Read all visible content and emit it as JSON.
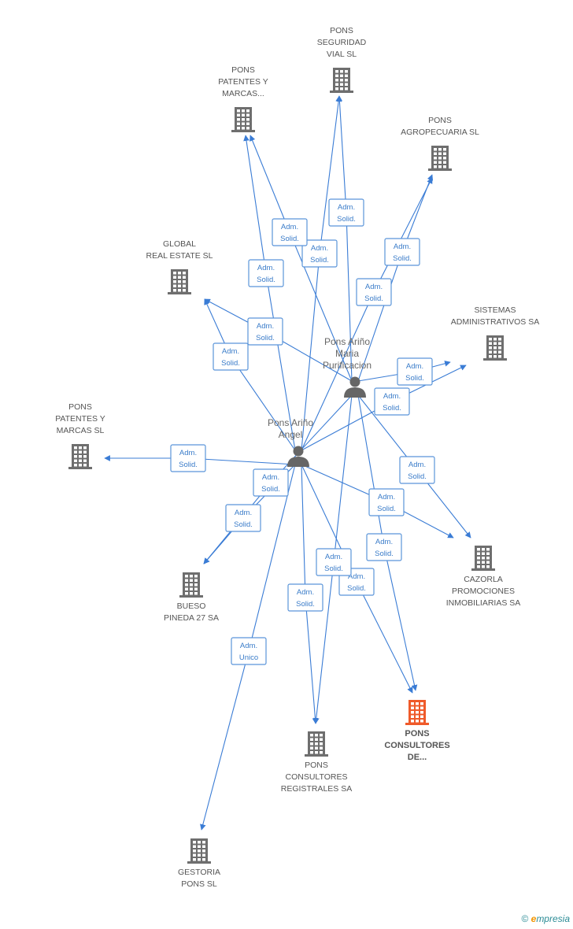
{
  "colors": {
    "edge": "#3a7cd5",
    "company": "#6e6e6e",
    "company_main": "#ef5a2a",
    "person": "#666666",
    "label_box_border": "#5b95d9",
    "label_text": "#3a7cc9"
  },
  "persons": [
    {
      "id": "p_maria",
      "label": [
        "Pons Ariño",
        "Maria",
        "Purificacion"
      ],
      "icon": "person-icon"
    },
    {
      "id": "p_angel",
      "label": [
        "Pons Ariño",
        "Angel"
      ],
      "icon": "person-icon"
    }
  ],
  "companies": [
    {
      "id": "c_seguridad",
      "label": [
        "PONS",
        "SEGURIDAD",
        "VIAL  SL"
      ],
      "main": false,
      "icon": "building-icon"
    },
    {
      "id": "c_patentes_sa",
      "label": [
        "PONS",
        "PATENTES Y",
        "MARCAS..."
      ],
      "main": false,
      "icon": "building-icon"
    },
    {
      "id": "c_agro",
      "label": [
        "PONS",
        "AGROPECUARIA SL"
      ],
      "main": false,
      "icon": "building-icon"
    },
    {
      "id": "c_global",
      "label": [
        "GLOBAL",
        "REAL ESTATE SL"
      ],
      "main": false,
      "icon": "building-icon"
    },
    {
      "id": "c_sistemas",
      "label": [
        "SISTEMAS",
        "ADMINISTRATIVOS SA"
      ],
      "main": false,
      "icon": "building-icon"
    },
    {
      "id": "c_patentes_sl",
      "label": [
        "PONS",
        "PATENTES Y",
        "MARCAS SL"
      ],
      "main": false,
      "icon": "building-icon"
    },
    {
      "id": "c_cazorla",
      "label": [
        "CAZORLA",
        "PROMOCIONES",
        "INMOBILIARIAS SA"
      ],
      "main": false,
      "icon": "building-icon"
    },
    {
      "id": "c_bueso",
      "label": [
        "BUESO",
        "PINEDA 27 SA"
      ],
      "main": false,
      "icon": "building-icon"
    },
    {
      "id": "c_consultores",
      "label": [
        "PONS",
        "CONSULTORES",
        "DE..."
      ],
      "main": true,
      "icon": "building-icon"
    },
    {
      "id": "c_registrales",
      "label": [
        "PONS",
        "CONSULTORES",
        "REGISTRALES SA"
      ],
      "main": false,
      "icon": "building-icon"
    },
    {
      "id": "c_gestoria",
      "label": [
        "GESTORIA",
        "PONS SL"
      ],
      "main": false,
      "icon": "building-icon"
    }
  ],
  "relations": [
    {
      "from": "p_maria",
      "to": "c_seguridad",
      "label": [
        "Adm.",
        "Solid."
      ]
    },
    {
      "from": "p_angel",
      "to": "c_seguridad",
      "label": [
        "Adm.",
        "Solid."
      ]
    },
    {
      "from": "p_maria",
      "to": "c_patentes_sa",
      "label": [
        "Adm.",
        "Solid."
      ]
    },
    {
      "from": "p_angel",
      "to": "c_patentes_sa",
      "label": [
        "Adm.",
        "Solid."
      ]
    },
    {
      "from": "p_maria",
      "to": "c_agro",
      "label": [
        "Adm.",
        "Solid."
      ]
    },
    {
      "from": "p_angel",
      "to": "c_agro",
      "label": [
        "Adm.",
        "Solid."
      ]
    },
    {
      "from": "p_maria",
      "to": "c_global",
      "label": [
        "Adm.",
        "Solid."
      ]
    },
    {
      "from": "p_angel",
      "to": "c_global",
      "label": [
        "Adm.",
        "Solid."
      ]
    },
    {
      "from": "p_maria",
      "to": "c_sistemas",
      "label": [
        "Adm.",
        "Solid."
      ]
    },
    {
      "from": "p_angel",
      "to": "c_sistemas",
      "label": [
        "Adm.",
        "Solid."
      ]
    },
    {
      "from": "p_angel",
      "to": "c_patentes_sl",
      "label": [
        "Adm.",
        "Solid."
      ]
    },
    {
      "from": "p_maria",
      "to": "c_cazorla",
      "label": [
        "Adm.",
        "Solid."
      ]
    },
    {
      "from": "p_angel",
      "to": "c_cazorla",
      "label": [
        "Adm.",
        "Solid."
      ]
    },
    {
      "from": "p_maria",
      "to": "c_bueso",
      "label": [
        "Adm.",
        "Solid."
      ]
    },
    {
      "from": "p_angel",
      "to": "c_bueso",
      "label": [
        "Adm.",
        "Solid."
      ]
    },
    {
      "from": "p_maria",
      "to": "c_consultores",
      "label": [
        "Adm.",
        "Solid."
      ]
    },
    {
      "from": "p_angel",
      "to": "c_consultores",
      "label": [
        "Adm.",
        "Solid."
      ]
    },
    {
      "from": "p_maria",
      "to": "c_registrales",
      "label": [
        "Adm.",
        "Solid."
      ]
    },
    {
      "from": "p_angel",
      "to": "c_registrales",
      "label": [
        "Adm.",
        "Solid."
      ]
    },
    {
      "from": "p_angel",
      "to": "c_gestoria",
      "label": [
        "Adm.",
        "Unico"
      ]
    }
  ],
  "footer": {
    "copyright": "©",
    "brand_first": "e",
    "brand_rest": "mpresia"
  }
}
